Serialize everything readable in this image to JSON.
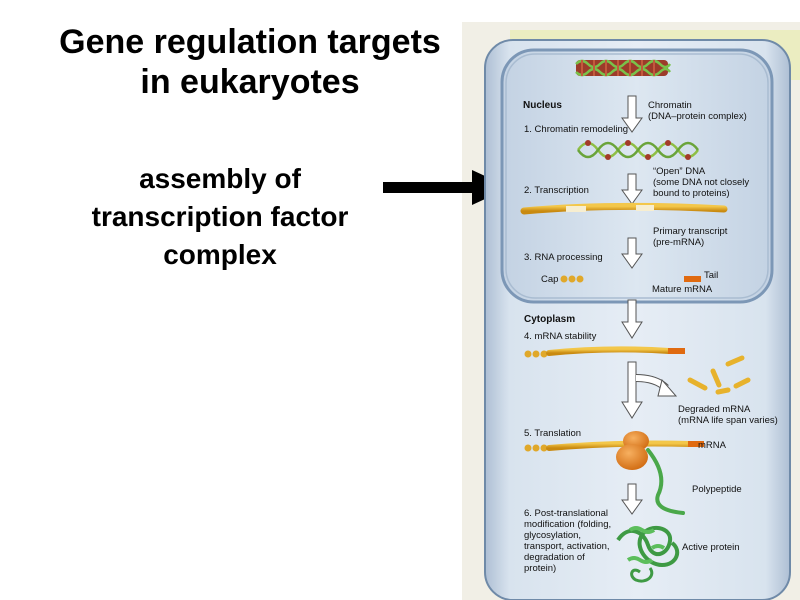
{
  "slide": {
    "title_line1": "Gene regulation targets",
    "title_line2": "in eukaryotes",
    "callout_line1": "assembly of",
    "callout_line2": "transcription factor",
    "callout_line3": "complex"
  },
  "figure": {
    "nucleus_label": "Nucleus",
    "cytoplasm_label": "Cytoplasm",
    "chromatin_label": "Chromatin",
    "chromatin_sub": "(DNA–protein complex)",
    "step1": "1. Chromatin remodeling",
    "open_dna_1": "“Open” DNA",
    "open_dna_2": "(some DNA not closely",
    "open_dna_3": "bound to proteins)",
    "step2": "2. Transcription",
    "primary_1": "Primary transcript",
    "primary_2": "(pre-mRNA)",
    "step3": "3. RNA processing",
    "cap": "Cap",
    "tail": "Tail",
    "mature": "Mature mRNA",
    "step4": "4. mRNA stability",
    "degraded_1": "Degraded mRNA",
    "degraded_2": "(mRNA life span varies)",
    "step5": "5. Translation",
    "mrna": "mRNA",
    "polypeptide": "Polypeptide",
    "step6_1": "6. Post-translational",
    "step6_2": "modification (folding,",
    "step6_3": "glycosylation,",
    "step6_4": "transport, activation,",
    "step6_5": "degradation of",
    "step6_6": "protein)",
    "active": "Active protein"
  }
}
